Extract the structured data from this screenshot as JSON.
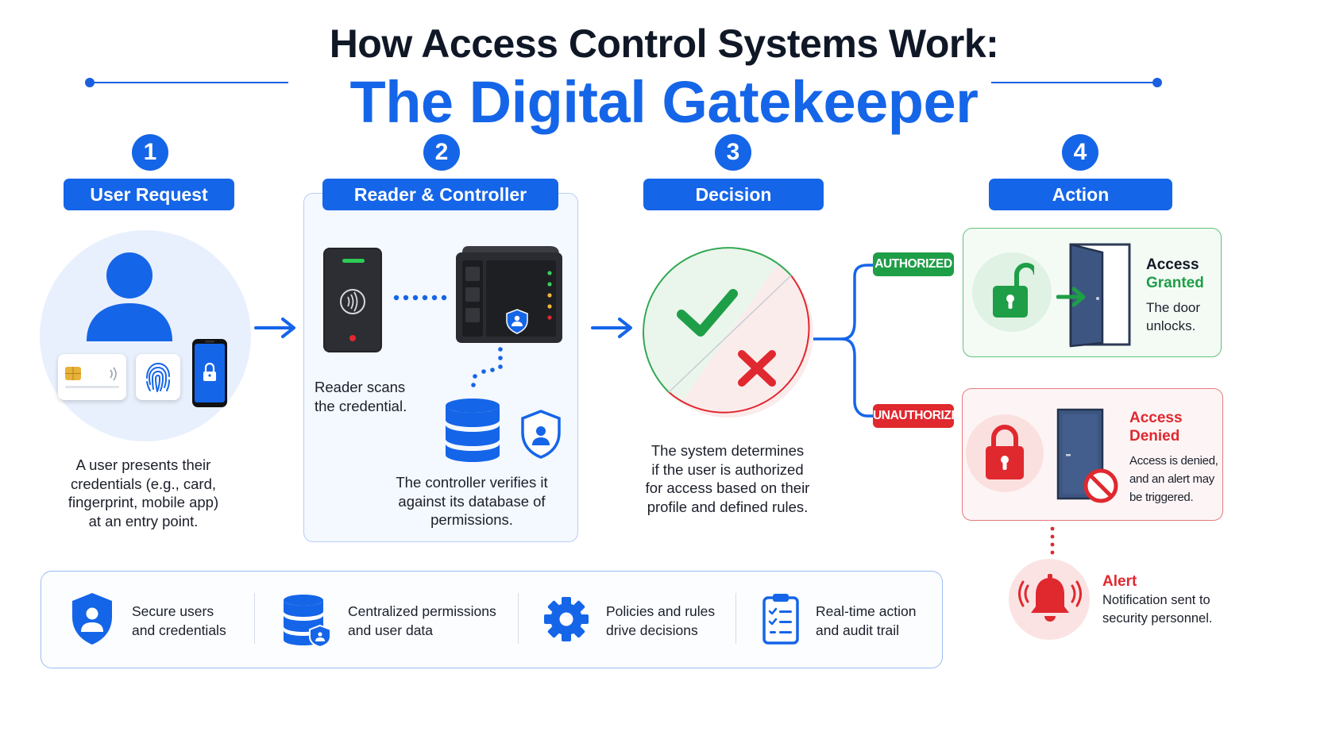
{
  "title": {
    "line1": "How Access Control Systems Work:",
    "line2": "The Digital Gatekeeper"
  },
  "steps": [
    {
      "number": "1",
      "label": "User Request",
      "text": [
        "A user presents their",
        "credentials (e.g., card,",
        "fingerprint, mobile app)",
        "at an entry point."
      ]
    },
    {
      "number": "2",
      "label": "Reader & Controller",
      "reader_text": [
        "Reader scans",
        "the credential."
      ],
      "controller_text": [
        "The controller verifies it",
        "against its database of",
        "permissions."
      ]
    },
    {
      "number": "3",
      "label": "Decision",
      "text": [
        "The system determines",
        "if the user is authorized",
        "for access based on their",
        "profile and defined rules."
      ]
    },
    {
      "number": "4",
      "label": "Action"
    }
  ],
  "decision": {
    "authorized_label": "AUTHORIZED",
    "unauthorized_label": "UNAUTHORIZED"
  },
  "granted": {
    "title": [
      "Access",
      "Granted"
    ],
    "text": [
      "The door",
      "unlocks."
    ]
  },
  "denied": {
    "title": [
      "Access",
      "Denied"
    ],
    "text": [
      "Access is denied,",
      "and an alert may",
      "be triggered."
    ]
  },
  "alert": {
    "title": "Alert",
    "text": [
      "Notification sent to",
      "security personnel."
    ]
  },
  "features": [
    {
      "icon": "shield-user-icon",
      "text": [
        "Secure users",
        "and credentials"
      ]
    },
    {
      "icon": "database-icon",
      "text": [
        "Centralized permissions",
        "and user data"
      ]
    },
    {
      "icon": "gear-icon",
      "text": [
        "Policies and rules",
        "drive decisions"
      ]
    },
    {
      "icon": "clipboard-icon",
      "text": [
        "Real-time action",
        "and audit trail"
      ]
    }
  ],
  "colors": {
    "primary": "#1565e8",
    "granted": "#1e9e47",
    "denied": "#e0282f",
    "title_dark": "#101827"
  }
}
